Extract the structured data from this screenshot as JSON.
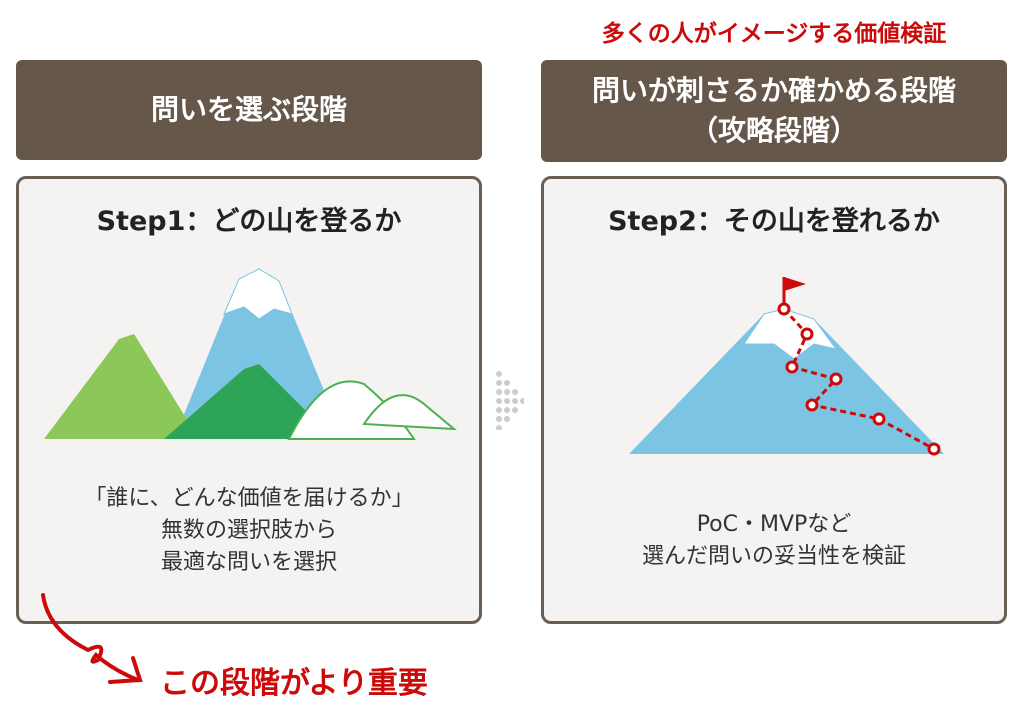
{
  "top_note": "多くの人がイメージする価値検証",
  "left": {
    "header": "問いを選ぶ段階",
    "step": "Step1：どの山を登るか",
    "desc": [
      "「誰に、どんな価値を届けるか」",
      "無数の選択肢から",
      "最適な問いを選択"
    ]
  },
  "right": {
    "header_lines": [
      "問いが刺さるか確かめる段階",
      "（攻略段階）"
    ],
    "step": "Step2：その山を登れるか",
    "desc": [
      "PoC・MVPなど",
      "選んだ問いの妥当性を検証"
    ]
  },
  "emphasis": "この段階がより重要",
  "colors": {
    "header": "#65574a",
    "box_bg": "#f5f3f1",
    "accent_red": "#cc0a0a"
  }
}
